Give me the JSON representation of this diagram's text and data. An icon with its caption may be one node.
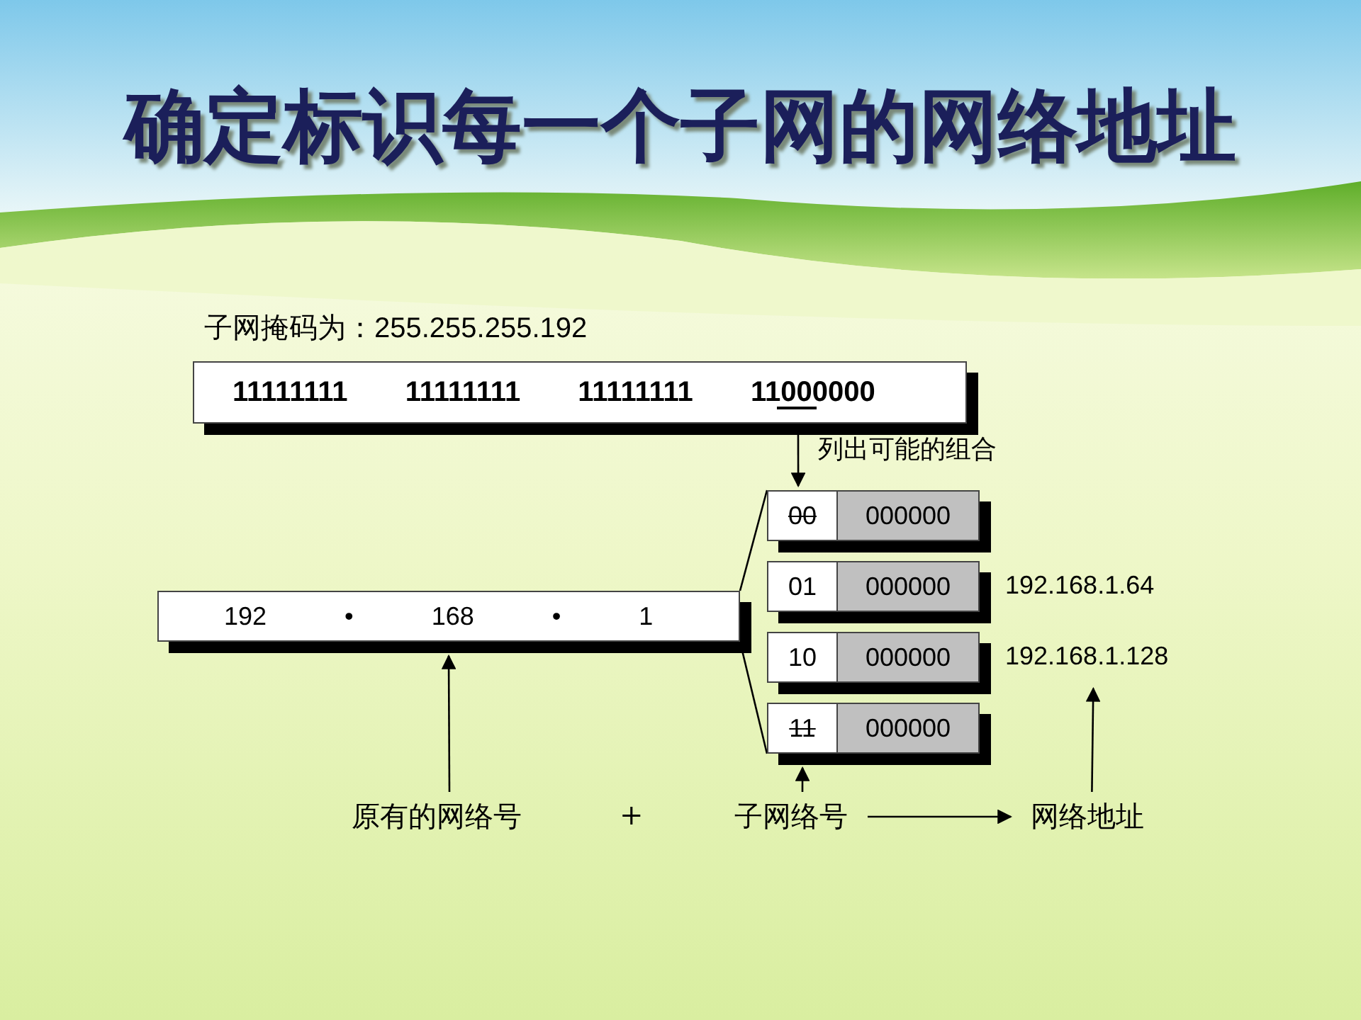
{
  "diagram": {
    "title": "确定标识每一个子网的网络地址",
    "nodes": [
      {
        "text": [
          "子网掩码为：255.255.255.192",
          "11111111 11111111 11111111 11000000"
        ]
      },
      {
        "text": [
          "00",
          "000000"
        ]
      },
      {
        "text": [
          "01",
          "000000"
        ]
      },
      {
        "text": [
          "192.168.1.64"
        ]
      },
      {
        "text": [
          "192 • 168 • 1"
        ]
      },
      {
        "text": [
          "10",
          "000000"
        ]
      },
      {
        "text": [
          "192.168.1.128"
        ]
      },
      {
        "text": [
          "11",
          "000000"
        ]
      },
      {
        "text": [
          "原有的网络号"
        ]
      },
      {
        "text": [
          "子网络号"
        ]
      },
      {
        "text": [
          "网络地址"
        ]
      }
    ],
    "edges": [
      {
        "from": 0,
        "to": 1,
        "arrow": "to",
        "label": "列出可能的组合"
      },
      {
        "from": 4,
        "to": 1,
        "arrow": "none"
      },
      {
        "from": 4,
        "to": 7,
        "arrow": "none"
      },
      {
        "from": 8,
        "to": 4,
        "arrow": "to"
      },
      {
        "from": 9,
        "to": 7,
        "arrow": "to"
      },
      {
        "from": 9,
        "to": 10,
        "arrow": "to"
      },
      {
        "from": 10,
        "to": 6,
        "arrow": "to"
      }
    ],
    "labels": [
      "+"
    ]
  }
}
